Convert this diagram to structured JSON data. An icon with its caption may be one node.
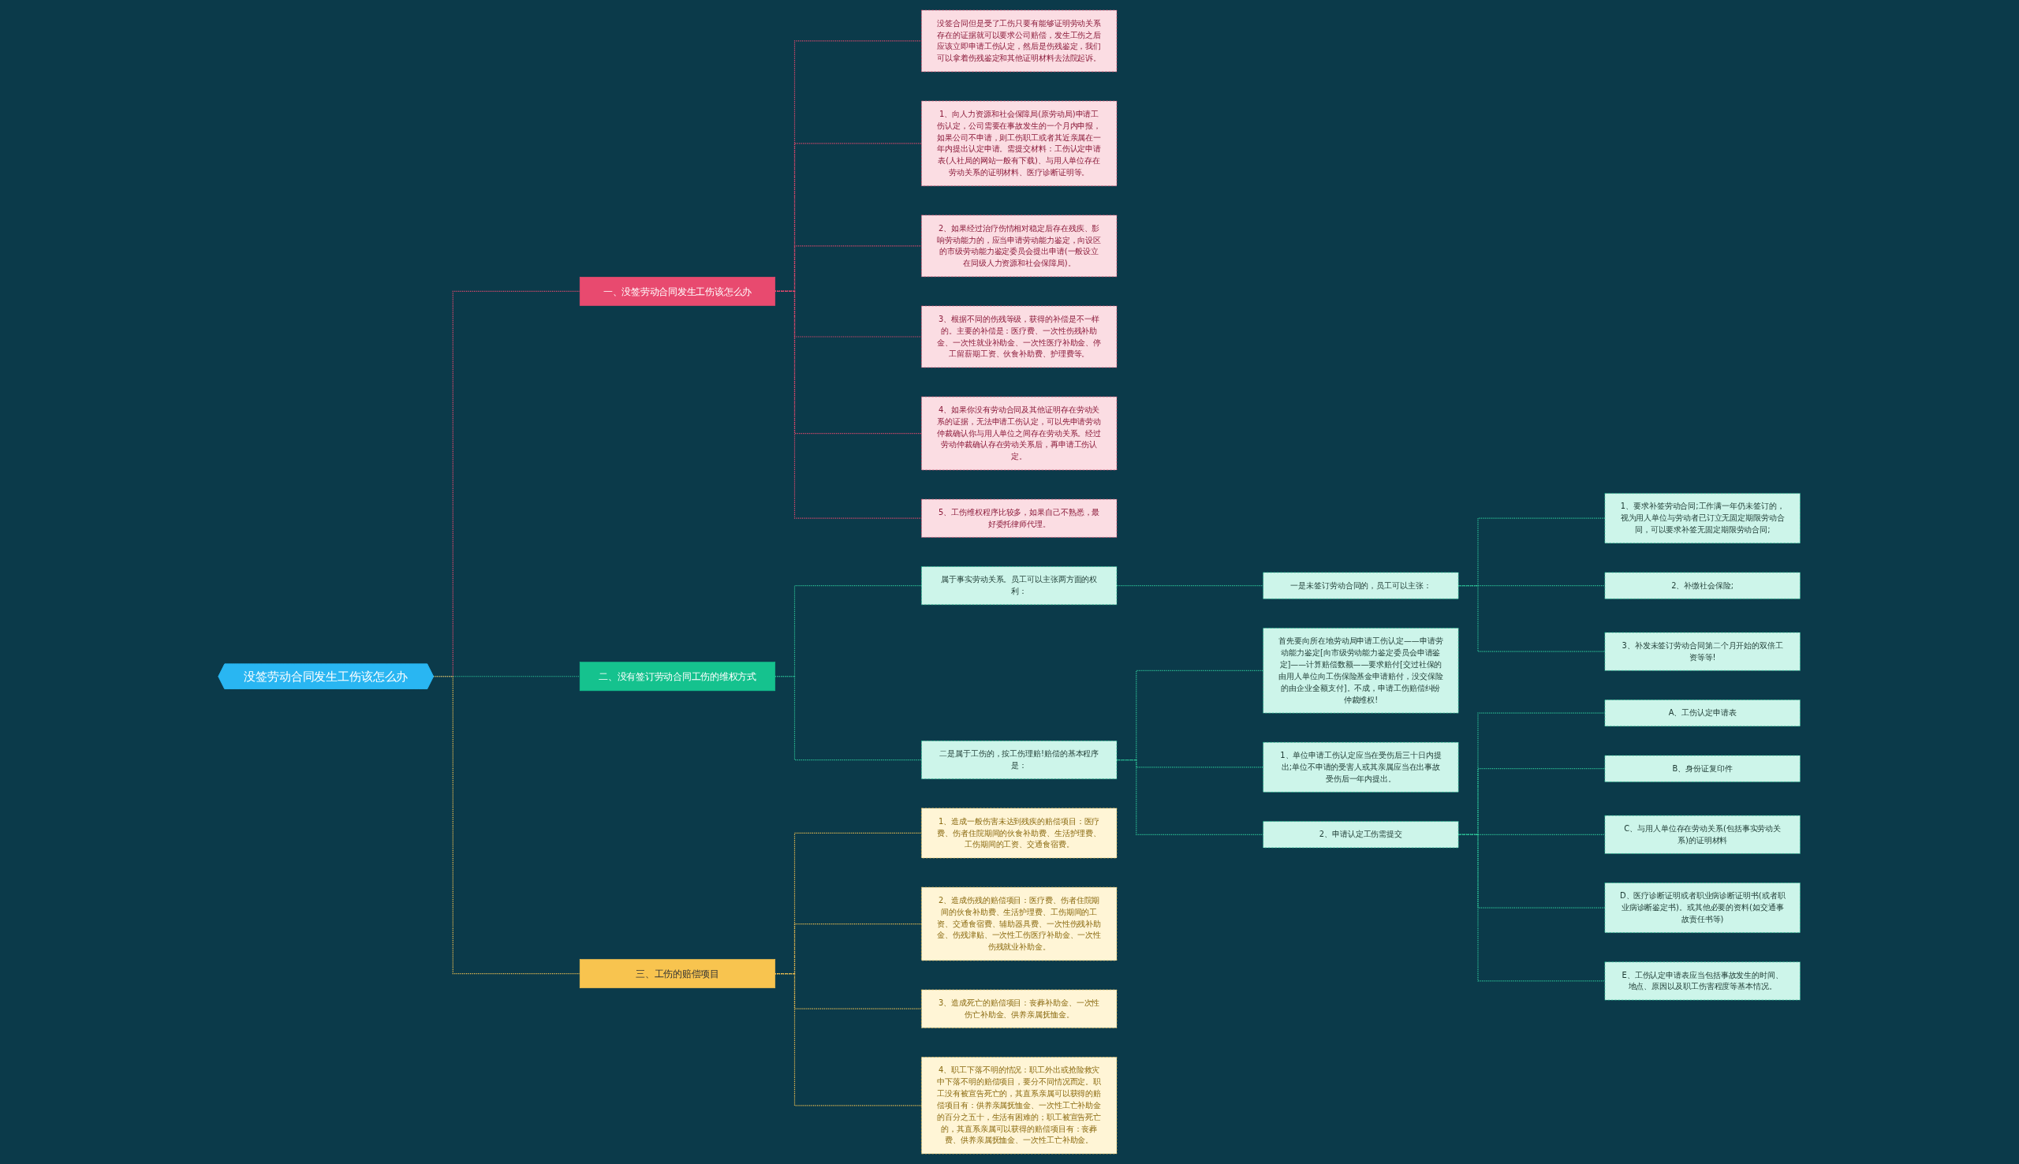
{
  "diagram": {
    "nodes": [
      {
        "text": [
          "没签劳动合同发生工伤该怎么办"
        ]
      },
      {
        "text": [
          "一、没签劳动合同发生工伤该怎么办"
        ]
      },
      {
        "text": [
          "没签合同但是受了工伤只要有能够证明劳动关系存在的证据就可以要求公司赔偿，发生工伤之后应该立即申请工伤认定，然后是伤残鉴定，我们可以拿着伤残鉴定和其他证明材料去法院起诉。"
        ]
      },
      {
        "text": [
          "1、向人力资源和社会保障局(原劳动局)申请工伤认定，公司需要在事故发生的一个月内申报，如果公司不申请，则工伤职工或者其近亲属在一年内提出认定申请。需提交材料：工伤认定申请表(人社局的网站一般有下载)、与用人单位存在劳动关系的证明材料、医疗诊断证明等。"
        ]
      },
      {
        "text": [
          "2、如果经过治疗伤情相对稳定后存在残疾、影响劳动能力的，应当申请劳动能力鉴定，向设区的市级劳动能力鉴定委员会提出申请(一般设立在同级人力资源和社会保障局)。"
        ]
      },
      {
        "text": [
          "3、根据不同的伤残等级，获得的补偿是不一样的。主要的补偿是：医疗费、一次性伤残补助金、一次性就业补助金、一次性医疗补助金、停工留薪期工资、伙食补助费、护理费等。"
        ]
      },
      {
        "text": [
          "4、如果你没有劳动合同及其他证明存在劳动关系的证据，无法申请工伤认定，可以先申请劳动仲裁确认你与用人单位之间存在劳动关系。经过劳动仲裁确认存在劳动关系后，再申请工伤认定。"
        ]
      },
      {
        "text": [
          "5、工伤维权程序比较多，如果自己不熟悉，最好委托律师代理。"
        ]
      },
      {
        "text": [
          "二、没有签订劳动合同工伤的维权方式"
        ]
      },
      {
        "text": [
          "属于事实劳动关系。员工可以主张两方面的权利："
        ]
      },
      {
        "text": [
          "一是未签订劳动合同的，员工可以主张："
        ]
      },
      {
        "text": [
          "1、要求补签劳动合同;工作满一年仍未签订的，视为用人单位与劳动者已订立无固定期限劳动合同，可以要求补签无固定期限劳动合同;"
        ]
      },
      {
        "text": [
          "2、补缴社会保险;"
        ]
      },
      {
        "text": [
          "3、补发未签订劳动合同第二个月开始的双倍工资等等!"
        ]
      },
      {
        "text": [
          "二是属于工伤的，按工伤理赔!赔偿的基本程序是："
        ]
      },
      {
        "text": [
          "首先要向所在地劳动局申请工伤认定——申请劳动能力鉴定[向市级劳动能力鉴定委员会申请鉴定]——计算赔偿数额——要求赔付[交过社保的由用人单位向工伤保险基金申请赔付，没交保险的由企业全额支付]。不成，申请工伤赔偿纠纷仲裁维权!"
        ]
      },
      {
        "text": [
          "1、单位申请工伤认定应当在受伤后三十日内提出;单位不申请的受害人或其亲属应当在出事故受伤后一年内提出。"
        ]
      },
      {
        "text": [
          "2、申请认定工伤需提交"
        ]
      },
      {
        "text": [
          "A、工伤认定申请表"
        ]
      },
      {
        "text": [
          "B、身份证复印件"
        ]
      },
      {
        "text": [
          "C、与用人单位存在劳动关系(包括事实劳动关系)的证明材料"
        ]
      },
      {
        "text": [
          "D、医疗诊断证明或者职业病诊断证明书(或者职业病诊断鉴定书)。或其他必要的资料(如交通事故责任书等)"
        ]
      },
      {
        "text": [
          "E、工伤认定申请表应当包括事故发生的时间、地点、原因以及职工伤害程度等基本情况。"
        ]
      },
      {
        "text": [
          "三、工伤的赔偿项目"
        ]
      },
      {
        "text": [
          "1、造成一般伤害未达到残疾的赔偿项目：医疗费、伤者住院期间的伙食补助费、生活护理费、工伤期间的工资、交通食宿费。"
        ]
      },
      {
        "text": [
          "2、造成伤残的赔偿项目：医疗费、伤者住院期间的伙食补助费、生活护理费、工伤期间的工资、交通食宿费、辅助器具费、一次性伤残补助金、伤残津贴、一次性工伤医疗补助金、一次性伤残就业补助金。"
        ]
      },
      {
        "text": [
          "3、造成死亡的赔偿项目：丧葬补助金、一次性伤亡补助金、供养亲属抚恤金。"
        ]
      },
      {
        "text": [
          "4、职工下落不明的情况：职工外出或抢险救灾中下落不明的赔偿项目，要分不同情况而定。职工没有被宣告死亡的，其直系亲属可以获得的赔偿项目有：供养亲属抚恤金、一次性工亡补助金的百分之五十，生活有困难的；职工被宣告死亡的，其直系亲属可以获得的赔偿项目有：丧葬费、供养亲属抚恤金、一次性工亡补助金。"
        ]
      }
    ],
    "edges": [
      {
        "from": 0,
        "to": 1,
        "arrow": "none",
        "style": "dashed",
        "color": "#e84a6f"
      },
      {
        "from": 1,
        "to": 2,
        "arrow": "none",
        "style": "dashed",
        "color": "#e84a6f"
      },
      {
        "from": 1,
        "to": 3,
        "arrow": "none",
        "style": "dashed",
        "color": "#e84a6f"
      },
      {
        "from": 1,
        "to": 4,
        "arrow": "none",
        "style": "dashed",
        "color": "#e84a6f"
      },
      {
        "from": 1,
        "to": 5,
        "arrow": "none",
        "style": "dashed",
        "color": "#e84a6f"
      },
      {
        "from": 1,
        "to": 6,
        "arrow": "none",
        "style": "dashed",
        "color": "#e84a6f"
      },
      {
        "from": 1,
        "to": 7,
        "arrow": "none",
        "style": "dashed",
        "color": "#e84a6f"
      },
      {
        "from": 0,
        "to": 8,
        "arrow": "none",
        "style": "dashed"
      },
      {
        "from": 8,
        "to": 9,
        "arrow": "none",
        "style": "dashed"
      },
      {
        "from": 9,
        "to": 10,
        "arrow": "none",
        "style": "dashed"
      },
      {
        "from": 10,
        "to": 11,
        "arrow": "none",
        "style": "dashed"
      },
      {
        "from": 10,
        "to": 12,
        "arrow": "none",
        "style": "dashed"
      },
      {
        "from": 10,
        "to": 13,
        "arrow": "none",
        "style": "dashed"
      },
      {
        "from": 8,
        "to": 14,
        "arrow": "none",
        "style": "dashed"
      },
      {
        "from": 14,
        "to": 15,
        "arrow": "none",
        "style": "dashed"
      },
      {
        "from": 14,
        "to": 16,
        "arrow": "none",
        "style": "dashed"
      },
      {
        "from": 14,
        "to": 17,
        "arrow": "none",
        "style": "dashed"
      },
      {
        "from": 17,
        "to": 18,
        "arrow": "none",
        "style": "dashed"
      },
      {
        "from": 17,
        "to": 19,
        "arrow": "none",
        "style": "dashed"
      },
      {
        "from": 17,
        "to": 20,
        "arrow": "none",
        "style": "dashed"
      },
      {
        "from": 17,
        "to": 21,
        "arrow": "none",
        "style": "dashed"
      },
      {
        "from": 17,
        "to": 22,
        "arrow": "none",
        "style": "dashed"
      },
      {
        "from": 0,
        "to": 23,
        "arrow": "none",
        "style": "dashed",
        "color": "#f5c452"
      },
      {
        "from": 23,
        "to": 24,
        "arrow": "none",
        "style": "dashed",
        "color": "#f5c452"
      },
      {
        "from": 23,
        "to": 25,
        "arrow": "none",
        "style": "dashed",
        "color": "#f5c452"
      },
      {
        "from": 23,
        "to": 26,
        "arrow": "none",
        "style": "dashed",
        "color": "#f5c452"
      },
      {
        "from": 23,
        "to": 27,
        "arrow": "none",
        "style": "dashed",
        "color": "#f5c452"
      }
    ]
  }
}
